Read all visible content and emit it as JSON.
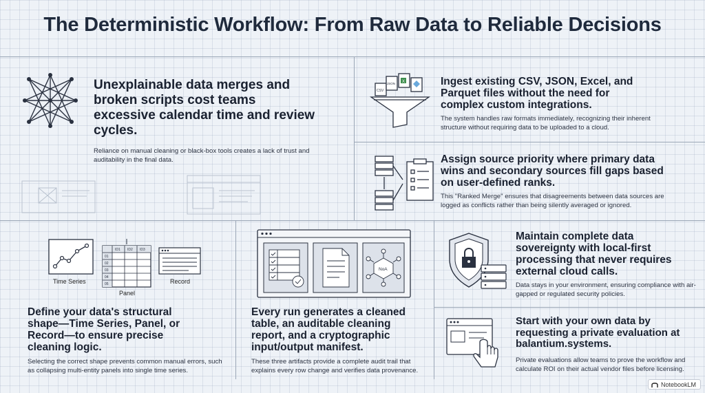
{
  "title": "The Deterministic Workflow: From Raw Data to Reliable Decisions",
  "problem": {
    "heading": "Unexplainable data merges and broken scripts cost teams excessive calendar time and review cycles.",
    "body": "Reliance on manual cleaning or black-box tools creates a lack of trust and auditability in the final data."
  },
  "ingest": {
    "heading": "Ingest existing CSV, JSON, Excel, and Parquet files without the need for complex custom integrations.",
    "body": "The system handles raw formats immediately, recognizing their inherent structure without requiring data to be uploaded to a cloud.",
    "file_labels": [
      "CSV",
      "JSON",
      "X"
    ]
  },
  "priority": {
    "heading": "Assign source priority where primary data wins and secondary sources fill gaps based on user-defined ranks.",
    "body": "This \"Ranked Merge\" ensures that disagreements between data sources are logged as conflicts rather than being silently averaged or ignored."
  },
  "shape": {
    "heading": "Define your data's structural shape—Time Series, Panel, or Record—to ensure precise cleaning logic.",
    "body": "Selecting the correct shape prevents common manual errors, such as collapsing multi-entity panels into single time series.",
    "labels": {
      "time_series": "Time Series",
      "panel": "Panel",
      "record": "Record"
    },
    "panel_cols": [
      "ID1",
      "ID2",
      "ID3"
    ],
    "panel_rows": [
      "01",
      "02",
      "03",
      "04",
      "05"
    ]
  },
  "artifacts": {
    "heading": "Every run generates a cleaned table, an auditable cleaning report, and a cryptographic input/output manifest.",
    "body": "These three artifacts provide a complete audit trail that explains every row change and verifies data provenance.",
    "hash_label": "NoA"
  },
  "sovereignty": {
    "heading": "Maintain complete data sovereignty with local-first processing that never requires external cloud calls.",
    "body": "Data stays in your environment, ensuring compliance with air-gapped or regulated security policies."
  },
  "evaluation": {
    "heading": "Start with your own data by requesting a private evaluation at balantium.systems.",
    "body": "Private evaluations allow teams to prove the workflow and calculate ROI on their actual vendor files before licensing."
  },
  "badge": "NotebookLM",
  "colors": {
    "ink": "#1e2430",
    "line": "#9aa6b6",
    "background": "#eef2f7"
  }
}
